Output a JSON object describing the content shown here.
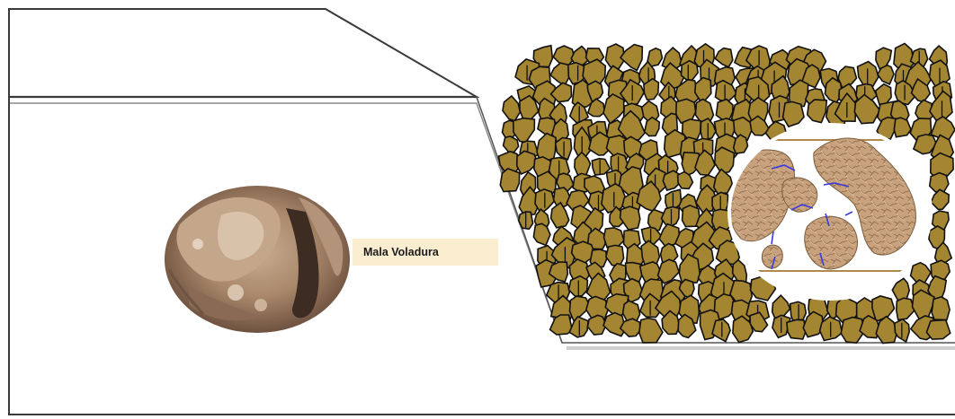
{
  "diagram": {
    "label": "Mala Voladura"
  },
  "colors": {
    "rock_fill": "#a48531",
    "rock_stroke": "#111111",
    "bench_line": "#3a3a3a",
    "label_bg": "#fbeed0",
    "fracture_lines": "#3a3adf",
    "zoom_rock": "#c8a27c"
  },
  "icons": [
    "photo-of-fractured-rock",
    "blasted-rock-fragments",
    "magnified-boulders"
  ]
}
